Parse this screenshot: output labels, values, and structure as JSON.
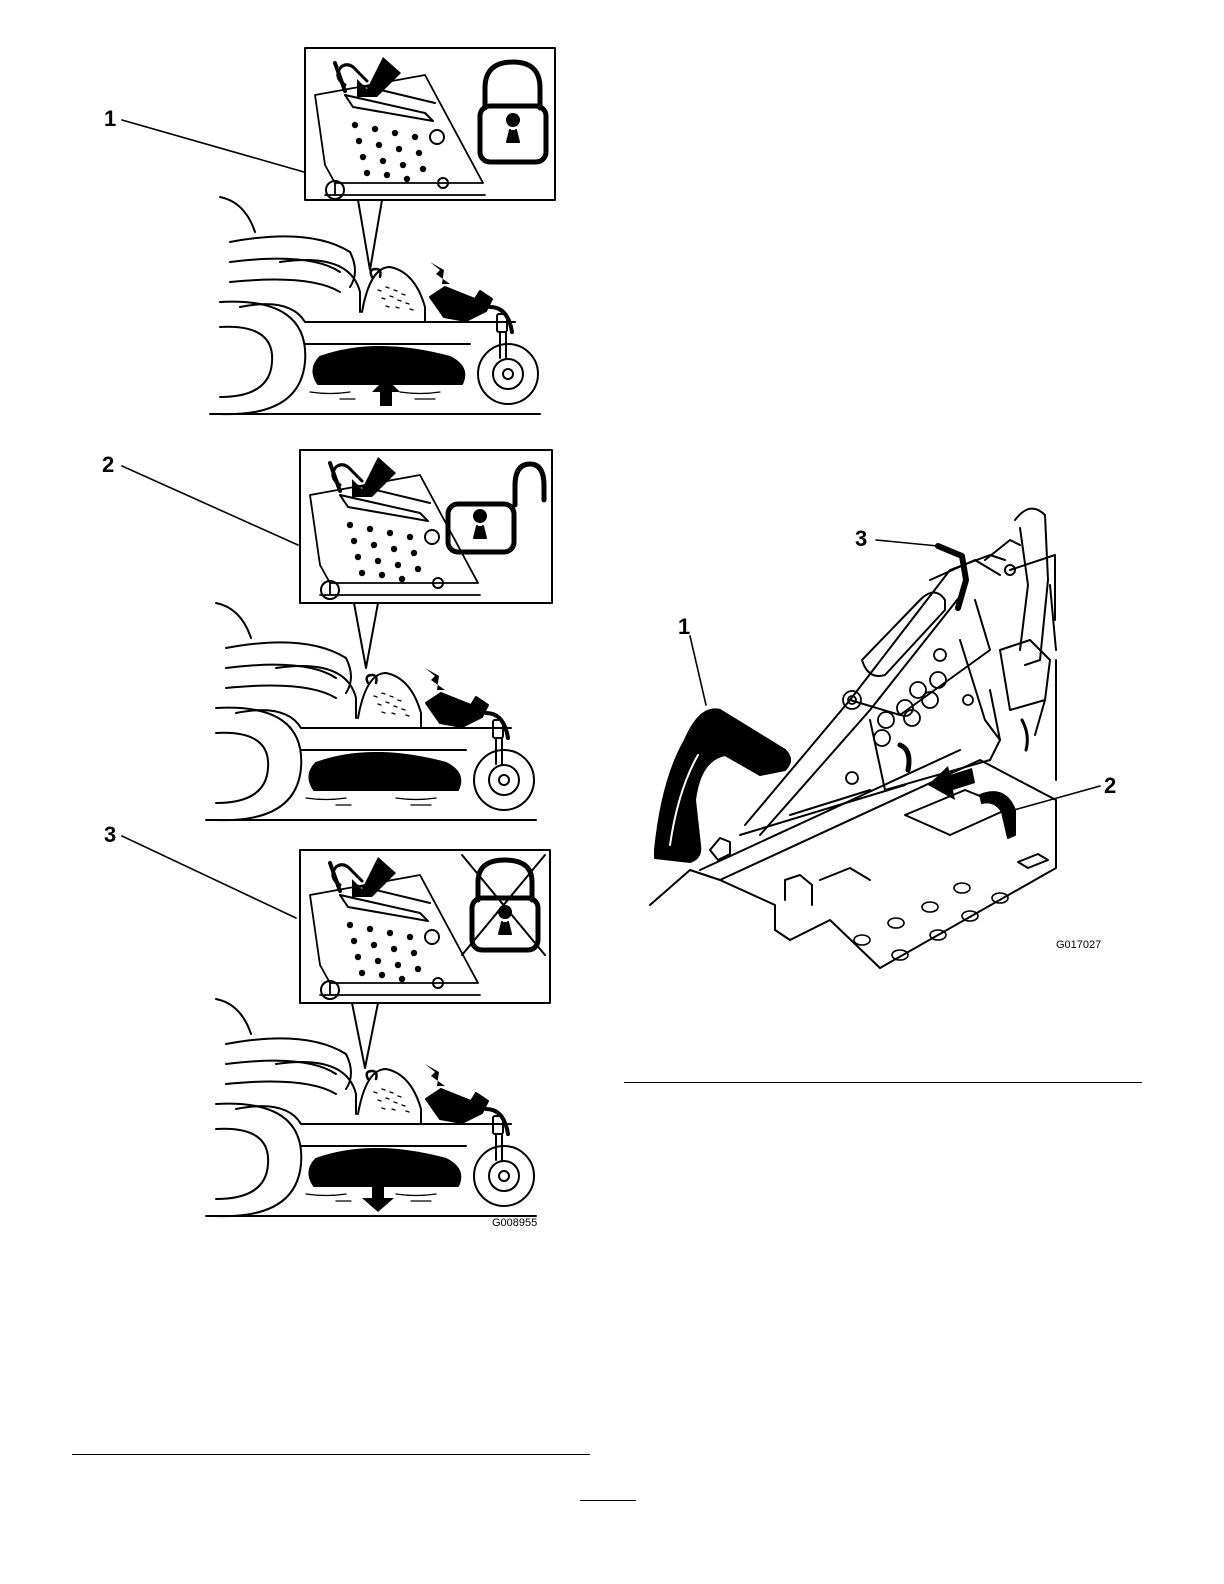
{
  "left_figure": {
    "callouts": [
      "1",
      "2",
      "3"
    ],
    "figure_code": "G008955",
    "panels": [
      {
        "lock_icon": "lock-closed-icon",
        "deck_arrow": "arrow-up-icon"
      },
      {
        "lock_icon": "lock-open-icon",
        "deck_arrow": "arrow-down-icon"
      },
      {
        "lock_icon": "lock-crossed-icon",
        "deck_arrow": "arrow-up-down-icon"
      }
    ]
  },
  "right_figure": {
    "callouts": [
      "1",
      "2",
      "3"
    ],
    "figure_code": "G017027",
    "parts": [
      "pedal-icon",
      "latch-pin-icon",
      "lever-icon"
    ]
  },
  "colors": {
    "ink": "#000000",
    "paper": "#ffffff"
  }
}
